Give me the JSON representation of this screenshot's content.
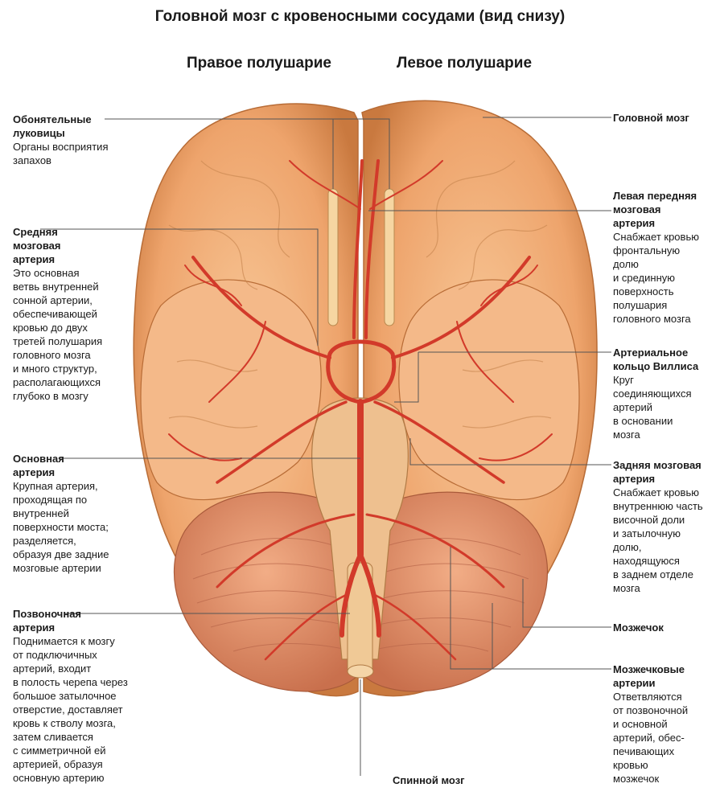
{
  "title": "Головной мозг с кровеносными сосудами (вид снизу)",
  "hemispheres": {
    "right": "Правое полушарие",
    "left": "Левое полушарие"
  },
  "labels": {
    "olfactory": {
      "heading_lines": [
        "Обонятельные",
        "луковицы"
      ],
      "desc_lines": [
        "Органы восприятия",
        "запахов"
      ]
    },
    "middle_cerebral": {
      "heading_lines": [
        "Средняя",
        "мозговая",
        "артерия"
      ],
      "desc_lines": [
        "Это основная",
        "ветвь внутренней",
        "сонной артерии,",
        "обеспечивающей",
        "кровью до двух",
        "третей полушария",
        "головного мозга",
        "и много структур,",
        "располагающихся",
        "глубоко в мозгу"
      ]
    },
    "basilar": {
      "heading_lines": [
        "Основная",
        "артерия"
      ],
      "desc_lines": [
        "Крупная артерия,",
        "проходящая по",
        "внутренней",
        "поверхности моста;",
        "разделяется,",
        "образуя две задние",
        "мозговые артерии"
      ]
    },
    "vertebral": {
      "heading_lines": [
        "Позвоночная",
        "артерия"
      ],
      "desc_lines": [
        "Поднимается к мозгу",
        "от подключичных",
        "артерий, входит",
        "в полость черепа через",
        "большое затылочное",
        "отверстие, доставляет",
        "кровь к стволу мозга,",
        "затем сливается",
        "с симметричной ей",
        "артерией, образуя",
        "основную артерию"
      ]
    },
    "brain": {
      "heading_lines": [
        "Головной мозг"
      ],
      "desc_lines": []
    },
    "anterior_cerebral": {
      "heading_lines": [
        "Левая передняя",
        "мозговая",
        "артерия"
      ],
      "desc_lines": [
        "Снабжает кровью",
        "фронтальную",
        "долю",
        "и срединную",
        "поверхность",
        "полушария",
        "головного мозга"
      ]
    },
    "circle_willis": {
      "heading_lines": [
        "Артериальное",
        "кольцо Виллиса"
      ],
      "desc_lines": [
        "Круг",
        "соединяющихся",
        "артерий",
        "в основании",
        "мозга"
      ]
    },
    "posterior_cerebral": {
      "heading_lines": [
        "Задняя мозговая",
        "артерия"
      ],
      "desc_lines": [
        "Снабжает кровью",
        "внутреннюю часть",
        "височной доли",
        "и затылочную",
        "долю,",
        "находящуюся",
        "в заднем отделе",
        "мозга"
      ]
    },
    "cerebellum": {
      "heading_lines": [
        "Мозжечок"
      ],
      "desc_lines": []
    },
    "cerebellar_arteries": {
      "heading_lines": [
        "Мозжечковые",
        "артерии"
      ],
      "desc_lines": [
        "Ответвляются",
        "от позвоночной",
        "и основной",
        "артерий, обес-",
        "печивающих",
        "кровью",
        "мозжечок"
      ]
    },
    "spinal_cord": {
      "heading_lines": [
        "Спинной мозг"
      ],
      "desc_lines": []
    }
  },
  "colors": {
    "brain_fill": "#f2b27e",
    "brain_shadow": "#d9894f",
    "artery": "#d23a2a",
    "cerebellum": "#e39a72",
    "leader_line": "#555555"
  }
}
